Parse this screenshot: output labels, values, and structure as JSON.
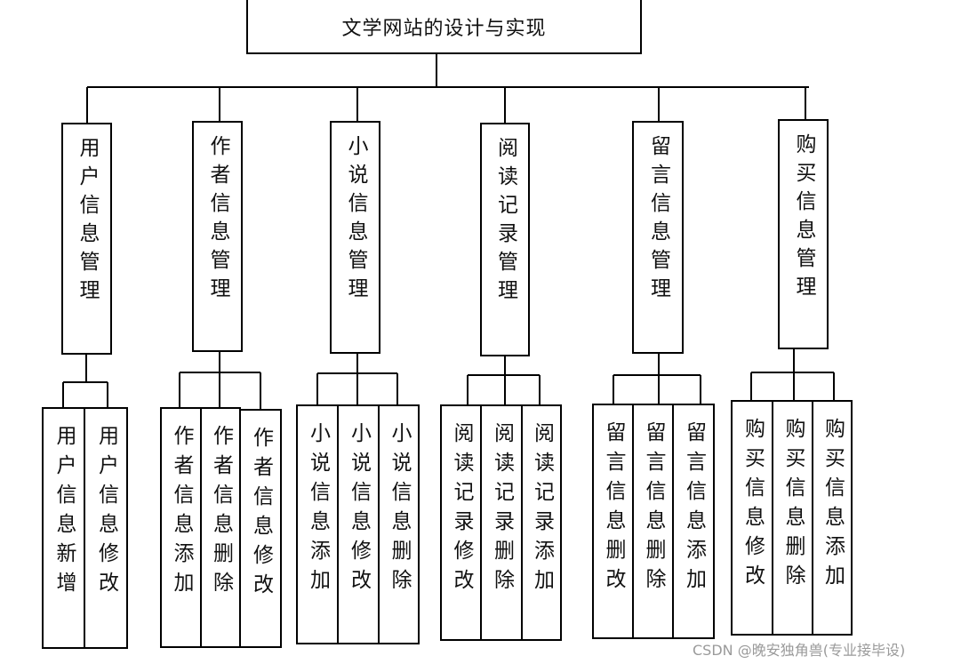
{
  "title": "文学网站的设计与实现",
  "modules": [
    {
      "id": "user",
      "label": "用户信息管理",
      "children": [
        "用户信息新增",
        "用户信息修改"
      ]
    },
    {
      "id": "author",
      "label": "作者信息管理",
      "children": [
        "作者信息添加",
        "作者信息删除",
        "作者信息修改"
      ]
    },
    {
      "id": "novel",
      "label": "小说信息管理",
      "children": [
        "小说信息添加",
        "小说信息修改",
        "小说信息删除"
      ]
    },
    {
      "id": "reading",
      "label": "阅读记录管理",
      "children": [
        "阅读记录修改",
        "阅读记录删除",
        "阅读记录添加"
      ]
    },
    {
      "id": "message",
      "label": "留言信息管理",
      "children": [
        "留言信息删改",
        "留言信息删除",
        "留言信息添加"
      ]
    },
    {
      "id": "purchase",
      "label": "购买信息管理",
      "children": [
        "购买信息修改",
        "购买信息删除",
        "购买信息添加"
      ]
    }
  ],
  "watermark": "CSDN @晚安独角兽(专业接毕设)"
}
